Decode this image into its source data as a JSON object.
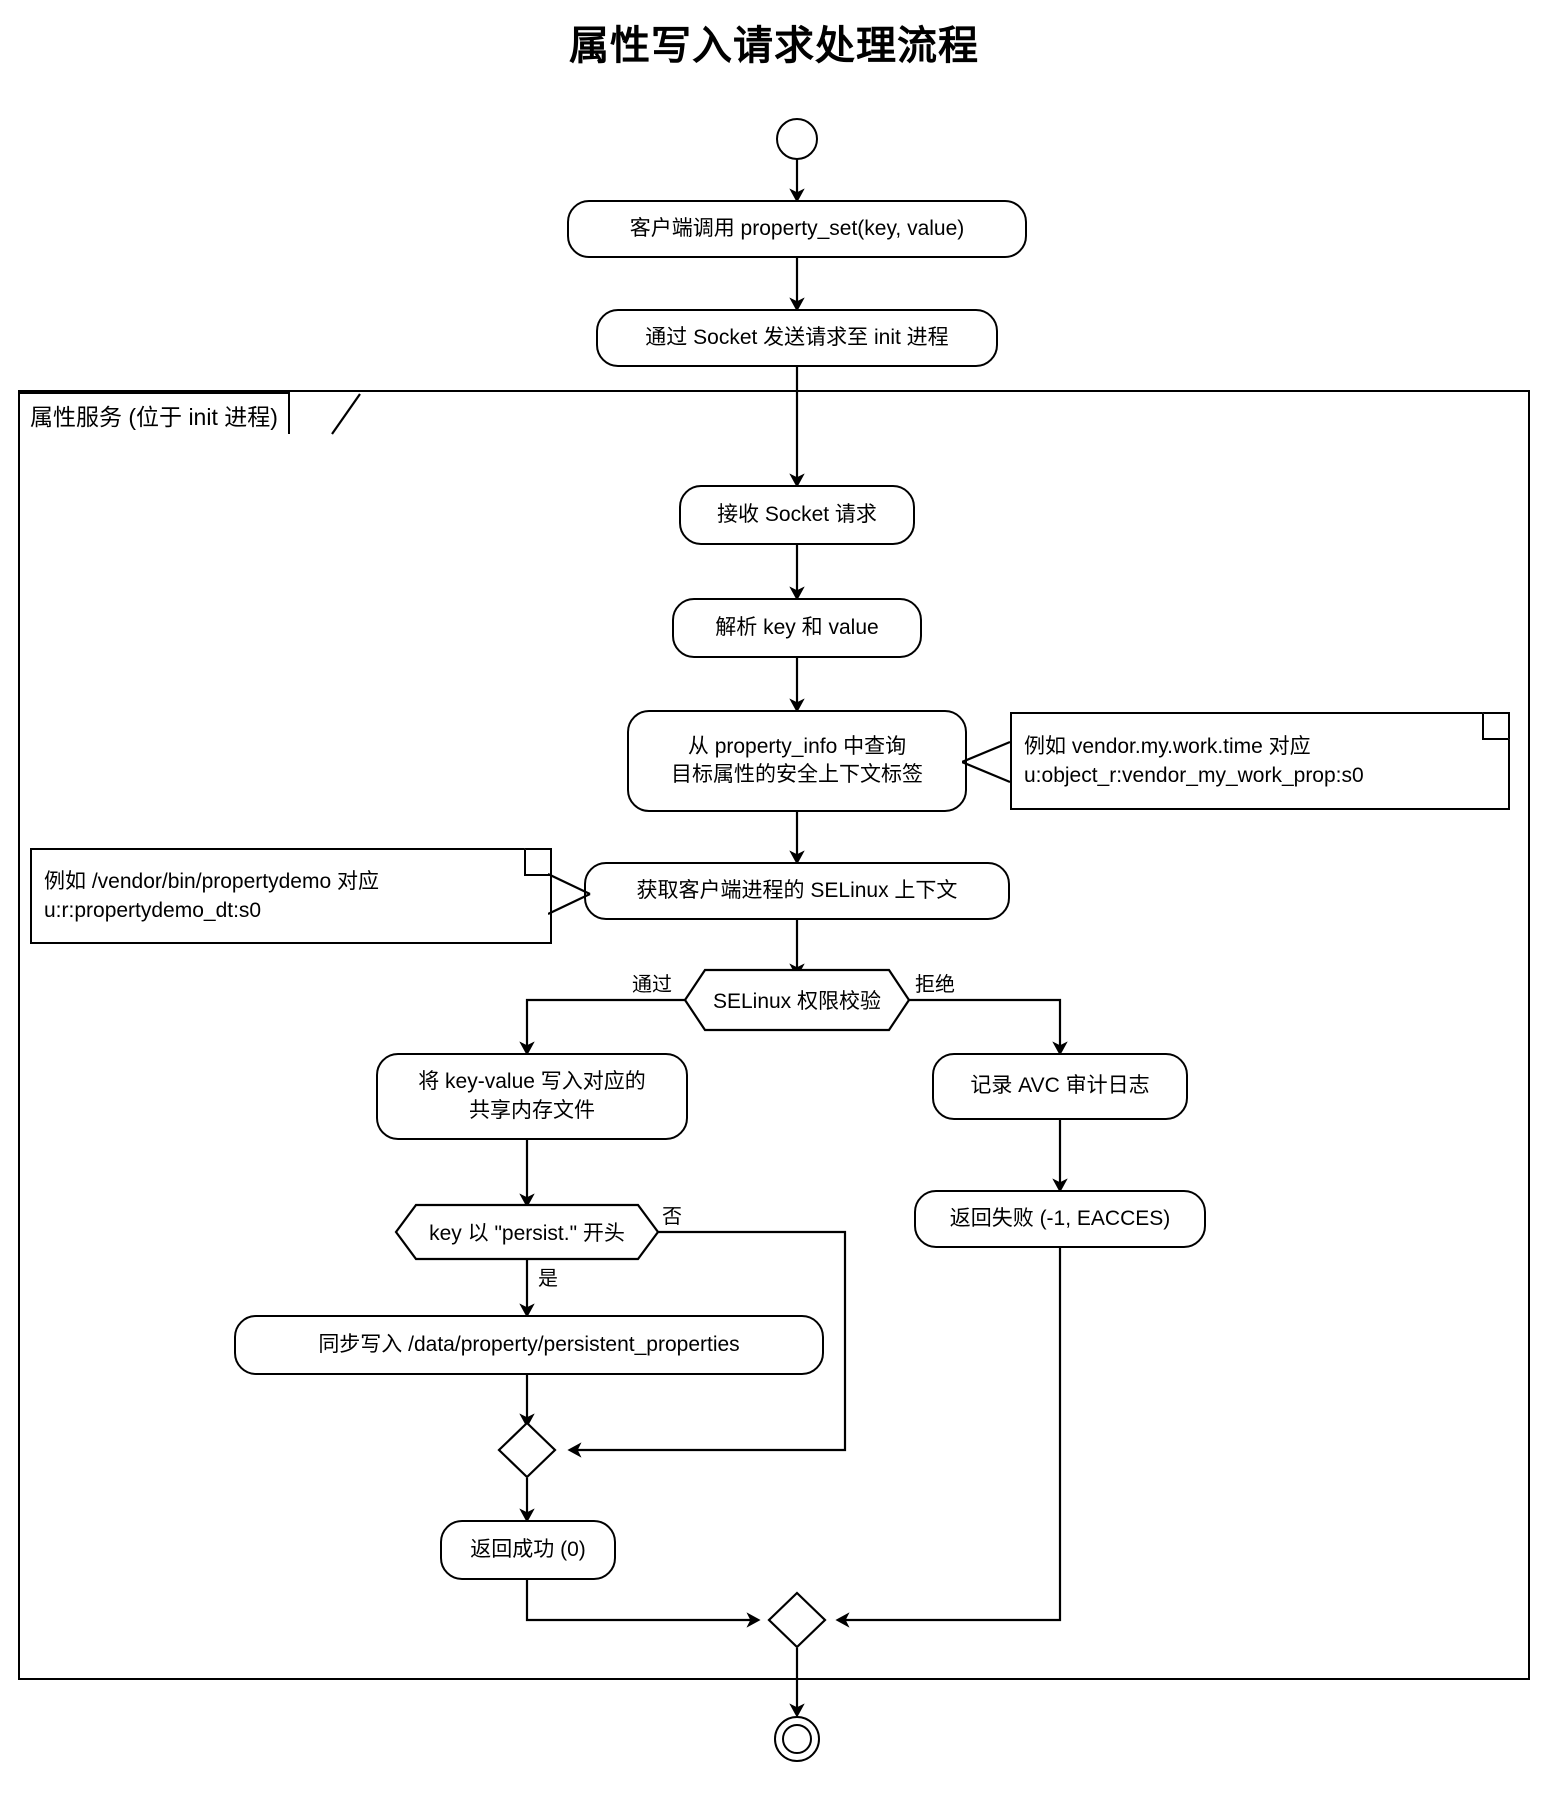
{
  "title": "属性写入请求处理流程",
  "subgraph": {
    "label": "属性服务 (位于 init 进程)"
  },
  "nodes": {
    "start": "start-circle",
    "client_call": "客户端调用 property_set(key, value)",
    "socket_send": "通过 Socket 发送请求至 init 进程",
    "recv_socket": "接收 Socket 请求",
    "parse_kv": "解析 key 和 value",
    "query_property_info": "从 property_info 中查询\n目标属性的安全上下文标签",
    "get_client_context": "获取客户端进程的 SELinux 上下文",
    "selinux_check": "SELinux 权限校验",
    "write_shared_mem": "将 key-value 写入对应的\n共享内存文件",
    "avc_log": "记录 AVC 审计日志",
    "persist_check": "key 以 \"persist.\" 开头",
    "persist_write": "同步写入 /data/property/persistent_properties",
    "return_fail": "返回失败 (-1, EACCES)",
    "return_ok": "返回成功 (0)",
    "merge_small": "merge-diamond",
    "merge_final": "final-merge-diamond",
    "end": "end-circle"
  },
  "edge_labels": {
    "selinux_pass": "通过",
    "selinux_deny": "拒绝",
    "persist_yes": "是",
    "persist_no": "否"
  },
  "notes": {
    "property_info_note": "例如 vendor.my.work.time 对应\nu:object_r:vendor_my_work_prop:s0",
    "client_context_note": "例如 /vendor/bin/propertydemo 对应\nu:r:propertydemo_dt:s0"
  },
  "colors": {
    "stroke": "#000000",
    "fill": "#ffffff",
    "text": "#000000"
  }
}
